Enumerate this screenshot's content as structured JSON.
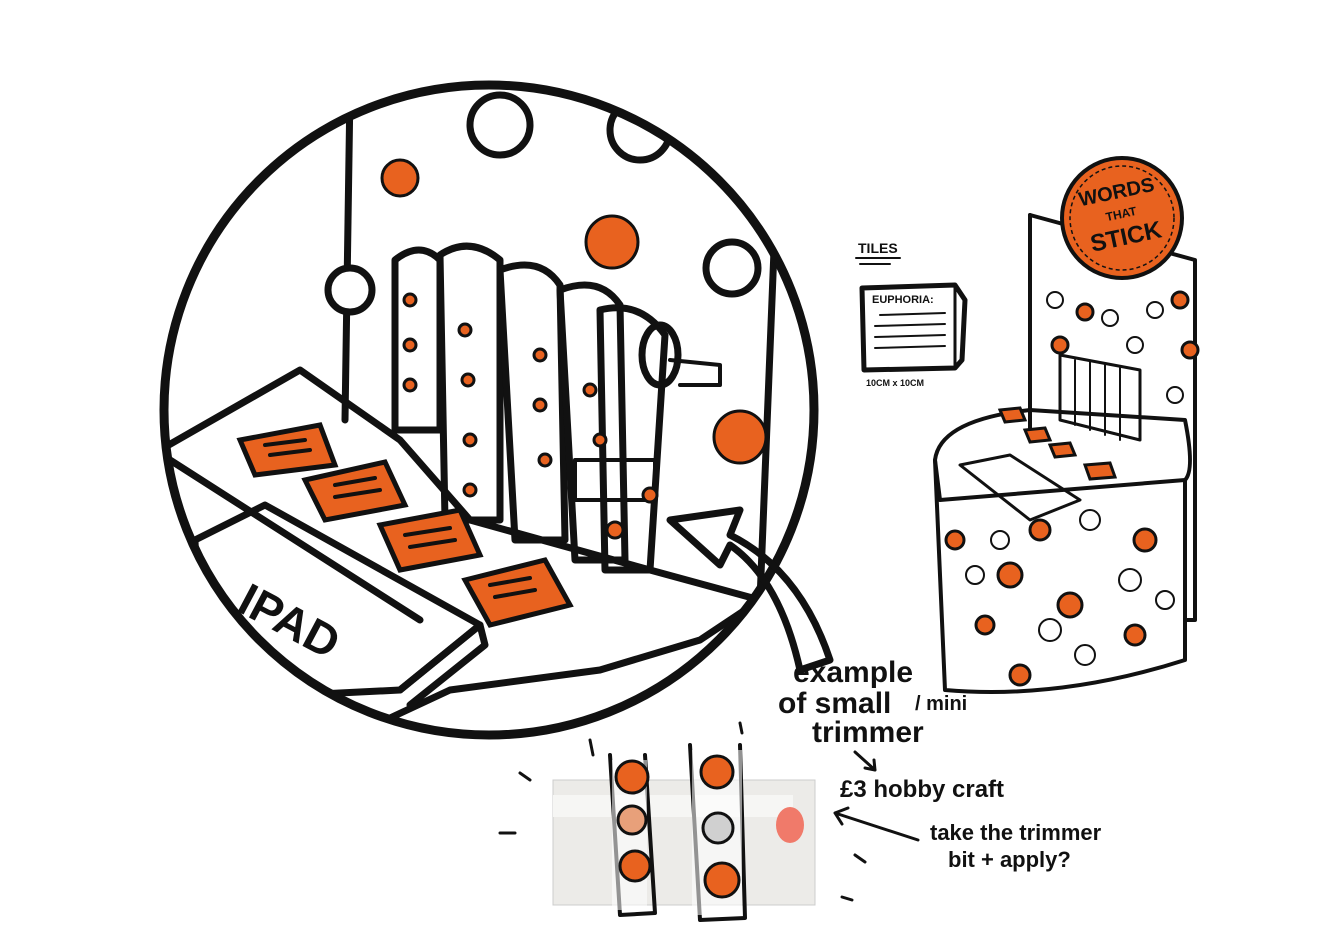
{
  "colors": {
    "accent": "#e8621f",
    "ink": "#111111",
    "background": "#ffffff"
  },
  "zoomed_view": {
    "ipad_label": "IPAD"
  },
  "kiosk": {
    "sign_line1": "WORDS",
    "sign_line2": "THAT",
    "sign_line3": "STICK"
  },
  "tiles": {
    "heading": "TILES",
    "card_title": "EUPHORIA:",
    "dimensions": "10CM x 10CM"
  },
  "annotations": {
    "example_line1": "example",
    "example_line2": "of small",
    "example_line2b": "/ mini",
    "example_line3": "trimmer",
    "price": "£3 hobby craft",
    "question_line1": "take the trimmer",
    "question_line2": "bit + apply?"
  }
}
